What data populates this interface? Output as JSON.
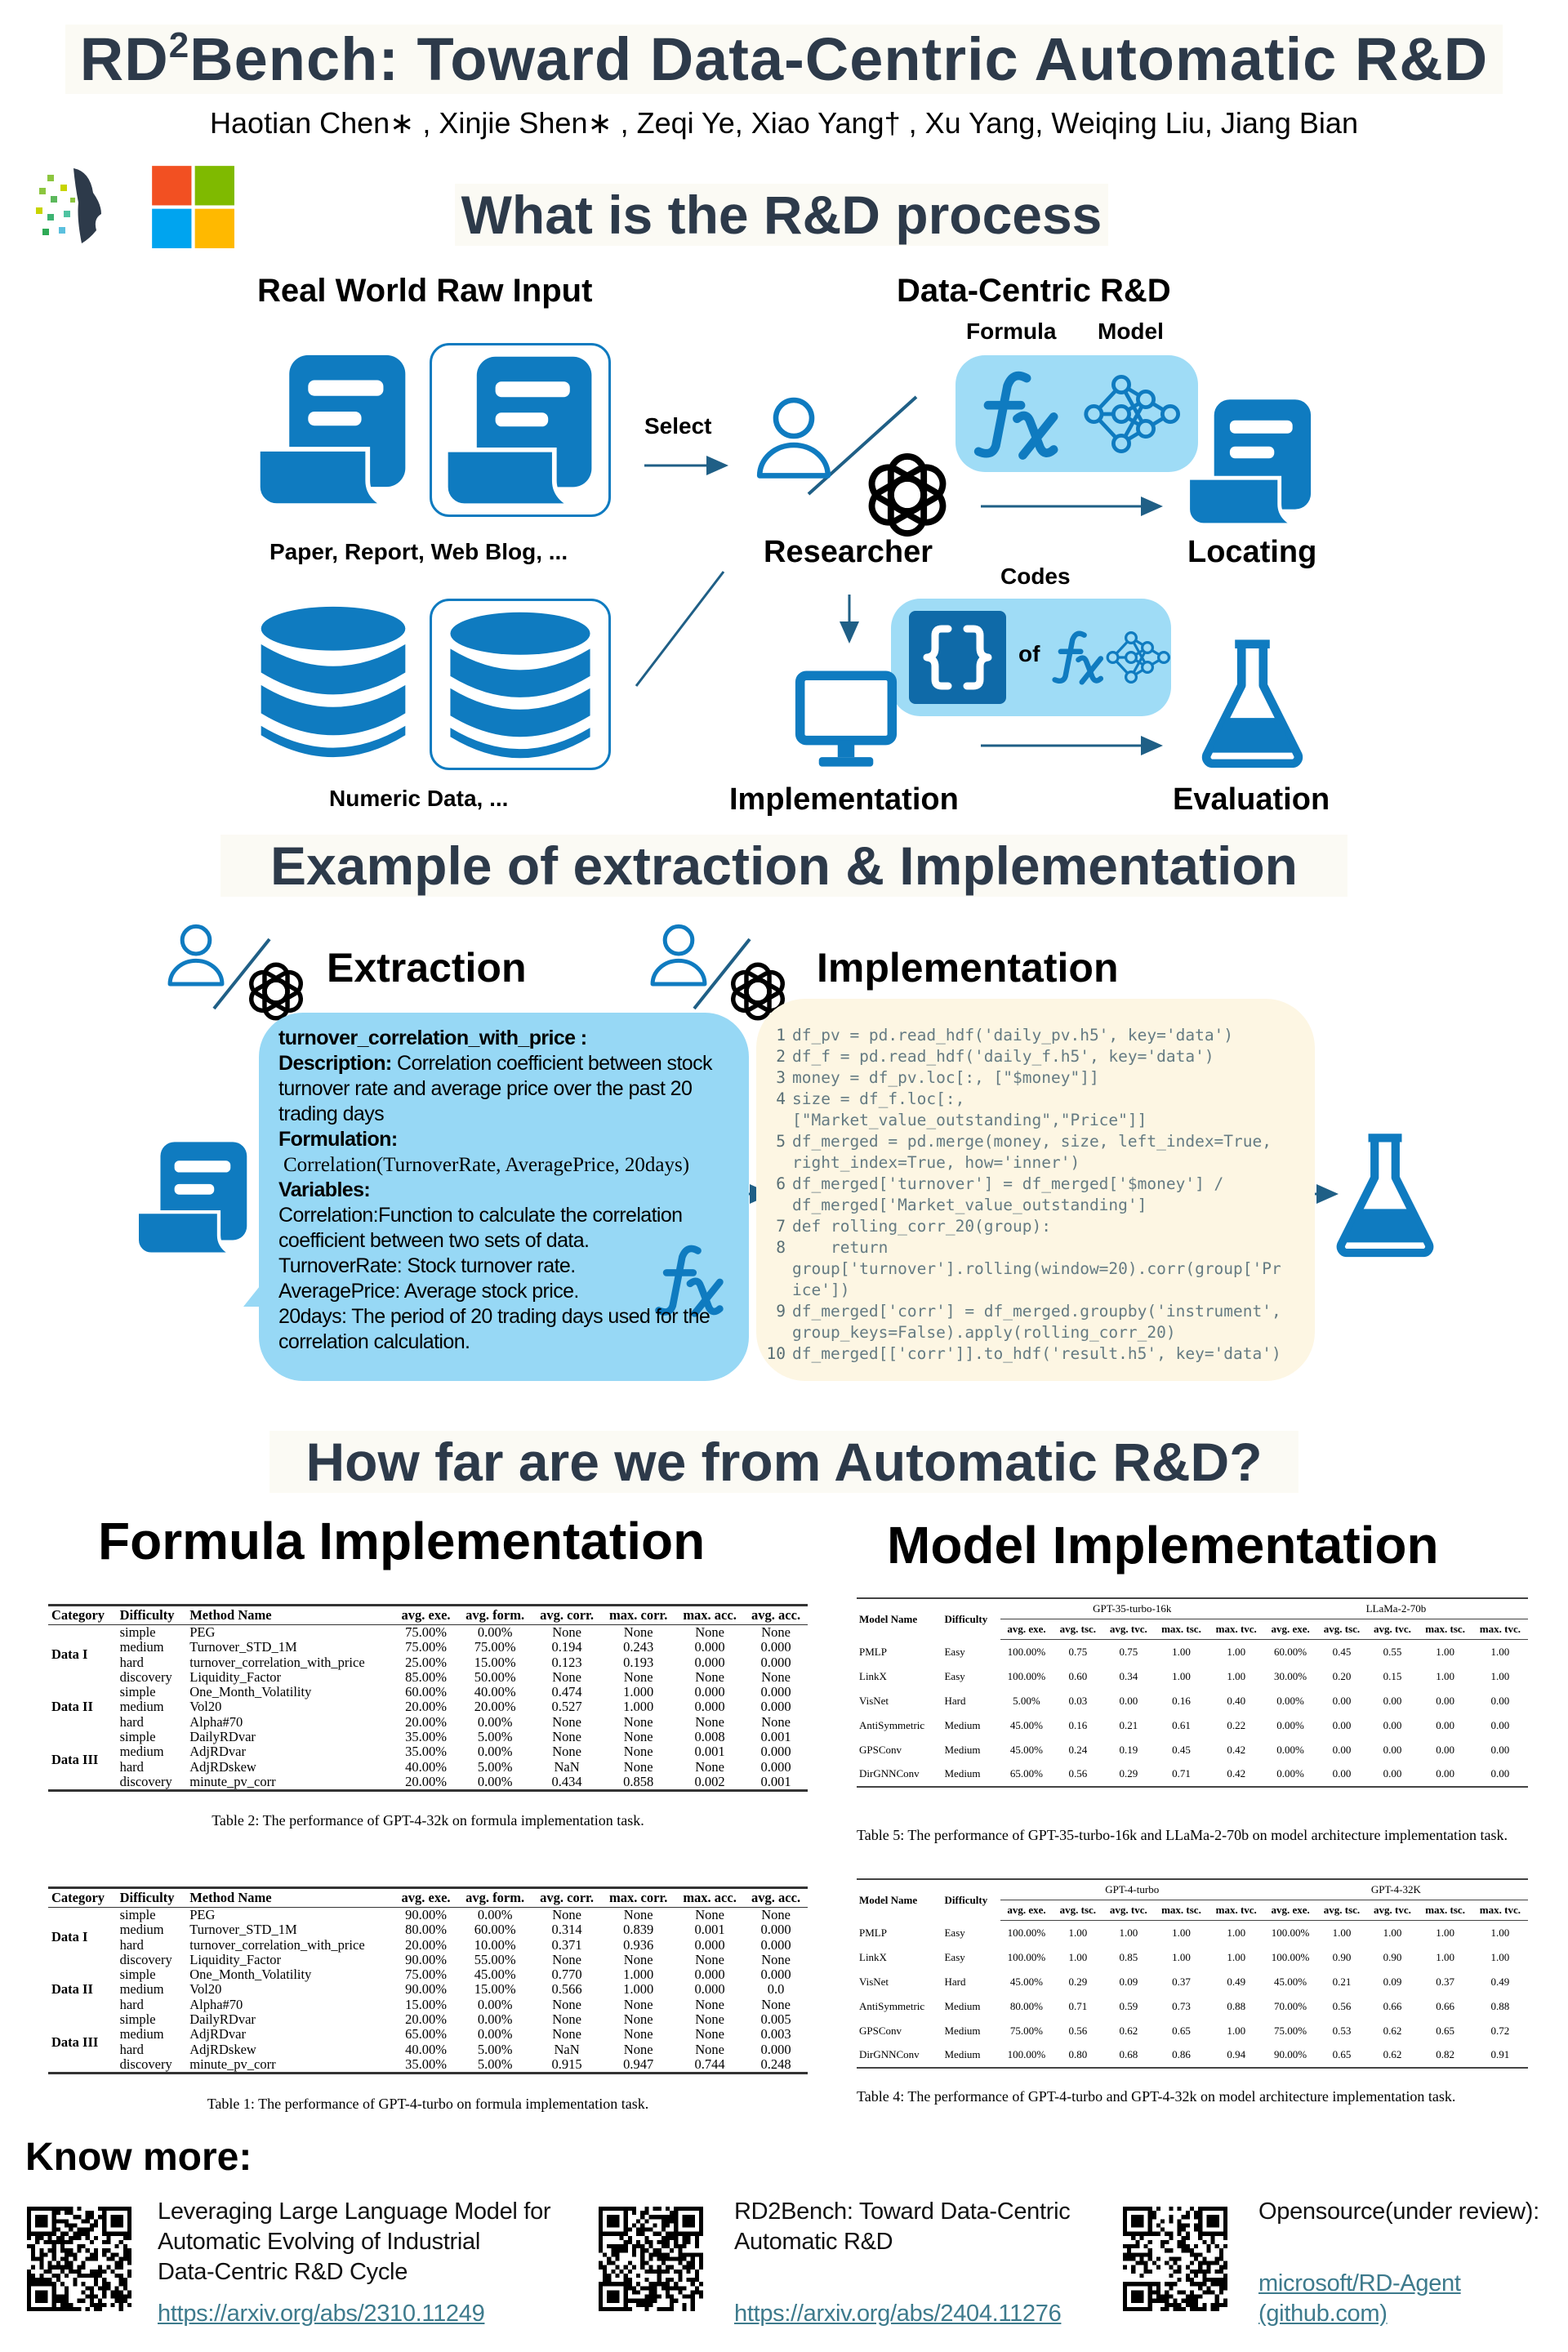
{
  "header": {
    "title_pre": "RD",
    "title_sup": "2",
    "title_post": "Bench: Toward Data-Centric Automatic R&D",
    "authors": "Haotian Chen∗ , Xinjie Shen∗ , Zeqi Ye, Xiao Yang† , Xu Yang, Weiqing Liu, Jiang Bian"
  },
  "colors": {
    "accent": "#0f7bc0",
    "bubble": "#9fdcf6",
    "code_bg": "#fdf6e3",
    "heading": "#2d3a4a"
  },
  "process": {
    "title": "What is the R&D process",
    "raw_input_title": "Real World Raw Input",
    "data_centric_title": "Data-Centric R&D",
    "paper_caption": "Paper, Report, Web Blog, ...",
    "numeric_caption": "Numeric Data, ...",
    "select_label": "Select",
    "researcher_label": "Researcher",
    "formula_label": "Formula",
    "model_label": "Model",
    "locating_label": "Locating",
    "codes_label": "Codes",
    "of_label": "of",
    "implementation_label": "Implementation",
    "evaluation_label": "Evaluation"
  },
  "example": {
    "title": "Example of extraction & Implementation",
    "extraction_title": "Extraction",
    "implementation_title": "Implementation",
    "factor_name": "turnover_correlation_with_price :",
    "description_label": "Description:",
    "description": " Correlation coefficient between stock turnover rate and average price over the past 20 trading days",
    "formulation_label": "Formulation:",
    "formulation": "Correlation(TurnoverRate, AveragePrice, 20days)",
    "variables_label": "Variables:",
    "variables": [
      "Correlation:Function to calculate the correlation coefficient between two sets of data.",
      "TurnoverRate: Stock turnover rate.",
      "AveragePrice: Average stock price.",
      "20days: The period of 20 trading days used for the correlation calculation."
    ],
    "code_lines": [
      {
        "n": "1",
        "text": "df_pv = pd.read_hdf('daily_pv.h5', key='data')"
      },
      {
        "n": "2",
        "text": "df_f = pd.read_hdf('daily_f.h5', key='data')"
      },
      {
        "n": "3",
        "text": "money = df_pv.loc[:, [\"$money\"]]"
      },
      {
        "n": "4",
        "text": "size = df_f.loc[:,"
      },
      {
        "n": "",
        "text": "[\"Market_value_outstanding\",\"Price\"]]"
      },
      {
        "n": "5",
        "text": "df_merged = pd.merge(money, size, left_index=True,"
      },
      {
        "n": "",
        "text": "right_index=True, how='inner')"
      },
      {
        "n": "6",
        "text": "df_merged['turnover'] = df_merged['$money'] /"
      },
      {
        "n": "",
        "text": "df_merged['Market_value_outstanding']"
      },
      {
        "n": "7",
        "text": "def rolling_corr_20(group):"
      },
      {
        "n": "8",
        "text": "    return"
      },
      {
        "n": "",
        "text": "group['turnover'].rolling(window=20).corr(group['Pr"
      },
      {
        "n": "",
        "text": "ice'])"
      },
      {
        "n": "9",
        "text": "df_merged['corr'] = df_merged.groupby('instrument',"
      },
      {
        "n": "",
        "text": "group_keys=False).apply(rolling_corr_20)"
      },
      {
        "n": "10",
        "text": "df_merged[['corr']].to_hdf('result.h5', key='data')"
      }
    ]
  },
  "results": {
    "title": "How far are we from Automatic R&D?",
    "formula_title": "Formula Implementation",
    "model_title": "Model Implementation"
  },
  "formula_tables": [
    {
      "caption": "Table 2: The performance of GPT-4-32k on formula implementation task.",
      "headers": [
        "Category",
        "Difficulty",
        "Method Name",
        "avg. exe.",
        "avg. form.",
        "avg. corr.",
        "max. corr.",
        "max. acc.",
        "avg. acc."
      ],
      "groups": [
        {
          "name": "Data I",
          "size": 4
        },
        {
          "name": "Data II",
          "size": 3
        },
        {
          "name": "Data III",
          "size": 4
        }
      ],
      "rows": [
        [
          "simple",
          "PEG",
          "75.00%",
          "0.00%",
          "None",
          "None",
          "None",
          "None"
        ],
        [
          "medium",
          "Turnover_STD_1M",
          "75.00%",
          "75.00%",
          "0.194",
          "0.243",
          "0.000",
          "0.000"
        ],
        [
          "hard",
          "turnover_correlation_with_price",
          "25.00%",
          "15.00%",
          "0.123",
          "0.193",
          "0.000",
          "0.000"
        ],
        [
          "discovery",
          "Liquidity_Factor",
          "85.00%",
          "50.00%",
          "None",
          "None",
          "None",
          "None"
        ],
        [
          "simple",
          "One_Month_Volatility",
          "60.00%",
          "40.00%",
          "0.474",
          "1.000",
          "0.000",
          "0.000"
        ],
        [
          "medium",
          "Vol20",
          "20.00%",
          "20.00%",
          "0.527",
          "1.000",
          "0.000",
          "0.000"
        ],
        [
          "hard",
          "Alpha#70",
          "20.00%",
          "0.00%",
          "None",
          "None",
          "None",
          "None"
        ],
        [
          "simple",
          "DailyRDvar",
          "35.00%",
          "5.00%",
          "None",
          "None",
          "0.008",
          "0.001"
        ],
        [
          "medium",
          "AdjRDvar",
          "35.00%",
          "0.00%",
          "None",
          "None",
          "0.001",
          "0.000"
        ],
        [
          "hard",
          "AdjRDskew",
          "40.00%",
          "5.00%",
          "NaN",
          "None",
          "None",
          "0.000"
        ],
        [
          "discovery",
          "minute_pv_corr",
          "20.00%",
          "0.00%",
          "0.434",
          "0.858",
          "0.002",
          "0.001"
        ]
      ]
    },
    {
      "caption": "Table 1: The performance of GPT-4-turbo on formula implementation task.",
      "headers": [
        "Category",
        "Difficulty",
        "Method Name",
        "avg. exe.",
        "avg. form.",
        "avg. corr.",
        "max. corr.",
        "max. acc.",
        "avg. acc."
      ],
      "groups": [
        {
          "name": "Data I",
          "size": 4
        },
        {
          "name": "Data II",
          "size": 3
        },
        {
          "name": "Data III",
          "size": 4
        }
      ],
      "rows": [
        [
          "simple",
          "PEG",
          "90.00%",
          "0.00%",
          "None",
          "None",
          "None",
          "None"
        ],
        [
          "medium",
          "Turnover_STD_1M",
          "80.00%",
          "60.00%",
          "0.314",
          "0.839",
          "0.001",
          "0.000"
        ],
        [
          "hard",
          "turnover_correlation_with_price",
          "20.00%",
          "10.00%",
          "0.371",
          "0.936",
          "0.000",
          "0.000"
        ],
        [
          "discovery",
          "Liquidity_Factor",
          "90.00%",
          "55.00%",
          "None",
          "None",
          "None",
          "None"
        ],
        [
          "simple",
          "One_Month_Volatility",
          "75.00%",
          "45.00%",
          "0.770",
          "1.000",
          "0.000",
          "0.000"
        ],
        [
          "medium",
          "Vol20",
          "90.00%",
          "15.00%",
          "0.566",
          "1.000",
          "0.000",
          "0.0"
        ],
        [
          "hard",
          "Alpha#70",
          "15.00%",
          "0.00%",
          "None",
          "None",
          "None",
          "None"
        ],
        [
          "simple",
          "DailyRDvar",
          "20.00%",
          "0.00%",
          "None",
          "None",
          "None",
          "0.005"
        ],
        [
          "medium",
          "AdjRDvar",
          "65.00%",
          "0.00%",
          "None",
          "None",
          "None",
          "0.003"
        ],
        [
          "hard",
          "AdjRDskew",
          "40.00%",
          "5.00%",
          "NaN",
          "None",
          "None",
          "0.000"
        ],
        [
          "discovery",
          "minute_pv_corr",
          "35.00%",
          "5.00%",
          "0.915",
          "0.947",
          "0.744",
          "0.248"
        ]
      ]
    }
  ],
  "model_tables": [
    {
      "caption": "Table 5: The performance of GPT-35-turbo-16k and LLaMa-2-70b on model architecture implementation task.",
      "col_model": "Model Name",
      "col_difficulty": "Difficulty",
      "groups": [
        "GPT-35-turbo-16k",
        "LLaMa-2-70b"
      ],
      "metrics": [
        "avg. exe.",
        "avg. tsc.",
        "avg. tvc.",
        "max. tsc.",
        "max. tvc.",
        "avg. exe.",
        "avg. tsc.",
        "avg. tvc.",
        "max. tsc.",
        "max. tvc."
      ],
      "rows": [
        [
          "PMLP",
          "Easy",
          "100.00%",
          "0.75",
          "0.75",
          "1.00",
          "1.00",
          "60.00%",
          "0.45",
          "0.55",
          "1.00",
          "1.00"
        ],
        [
          "LinkX",
          "Easy",
          "100.00%",
          "0.60",
          "0.34",
          "1.00",
          "1.00",
          "30.00%",
          "0.20",
          "0.15",
          "1.00",
          "1.00"
        ],
        [
          "VisNet",
          "Hard",
          "5.00%",
          "0.03",
          "0.00",
          "0.16",
          "0.40",
          "0.00%",
          "0.00",
          "0.00",
          "0.00",
          "0.00"
        ],
        [
          "AntiSymmetric",
          "Medium",
          "45.00%",
          "0.16",
          "0.21",
          "0.61",
          "0.22",
          "0.00%",
          "0.00",
          "0.00",
          "0.00",
          "0.00"
        ],
        [
          "GPSConv",
          "Medium",
          "45.00%",
          "0.24",
          "0.19",
          "0.45",
          "0.42",
          "0.00%",
          "0.00",
          "0.00",
          "0.00",
          "0.00"
        ],
        [
          "DirGNNConv",
          "Medium",
          "65.00%",
          "0.56",
          "0.29",
          "0.71",
          "0.42",
          "0.00%",
          "0.00",
          "0.00",
          "0.00",
          "0.00"
        ]
      ]
    },
    {
      "caption": "Table 4: The performance of GPT-4-turbo and GPT-4-32k on model architecture implementation task.",
      "col_model": "Model Name",
      "col_difficulty": "Difficulty",
      "groups": [
        "GPT-4-turbo",
        "GPT-4-32K"
      ],
      "metrics": [
        "avg. exe.",
        "avg. tsc.",
        "avg. tvc.",
        "max. tsc.",
        "max. tvc.",
        "avg. exe.",
        "avg. tsc.",
        "avg. tvc.",
        "max. tsc.",
        "max. tvc."
      ],
      "rows": [
        [
          "PMLP",
          "Easy",
          "100.00%",
          "1.00",
          "1.00",
          "1.00",
          "1.00",
          "100.00%",
          "1.00",
          "1.00",
          "1.00",
          "1.00"
        ],
        [
          "LinkX",
          "Easy",
          "100.00%",
          "1.00",
          "0.85",
          "1.00",
          "1.00",
          "100.00%",
          "0.90",
          "0.90",
          "1.00",
          "1.00"
        ],
        [
          "VisNet",
          "Hard",
          "45.00%",
          "0.29",
          "0.09",
          "0.37",
          "0.49",
          "45.00%",
          "0.21",
          "0.09",
          "0.37",
          "0.49"
        ],
        [
          "AntiSymmetric",
          "Medium",
          "80.00%",
          "0.71",
          "0.59",
          "0.73",
          "0.88",
          "70.00%",
          "0.56",
          "0.66",
          "0.66",
          "0.88"
        ],
        [
          "GPSConv",
          "Medium",
          "75.00%",
          "0.56",
          "0.62",
          "0.65",
          "1.00",
          "75.00%",
          "0.53",
          "0.62",
          "0.65",
          "0.72"
        ],
        [
          "DirGNNConv",
          "Medium",
          "100.00%",
          "0.80",
          "0.68",
          "0.86",
          "0.94",
          "90.00%",
          "0.65",
          "0.62",
          "0.82",
          "0.91"
        ]
      ]
    }
  ],
  "know_more": {
    "title": "Know more:",
    "items": [
      {
        "text": [
          "Leveraging Large Language Model for",
          "Automatic Evolving of Industrial",
          "Data-Centric R&D Cycle"
        ],
        "link": [
          "https://arxiv.org/abs/2310.11249"
        ]
      },
      {
        "text": [
          "RD2Bench: Toward Data-Centric",
          "Automatic R&D"
        ],
        "link": [
          "https://arxiv.org/abs/2404.11276"
        ]
      },
      {
        "text": [
          "Opensource(under review):"
        ],
        "link": [
          "microsoft/RD-Agent",
          "(github.com)"
        ]
      }
    ]
  }
}
